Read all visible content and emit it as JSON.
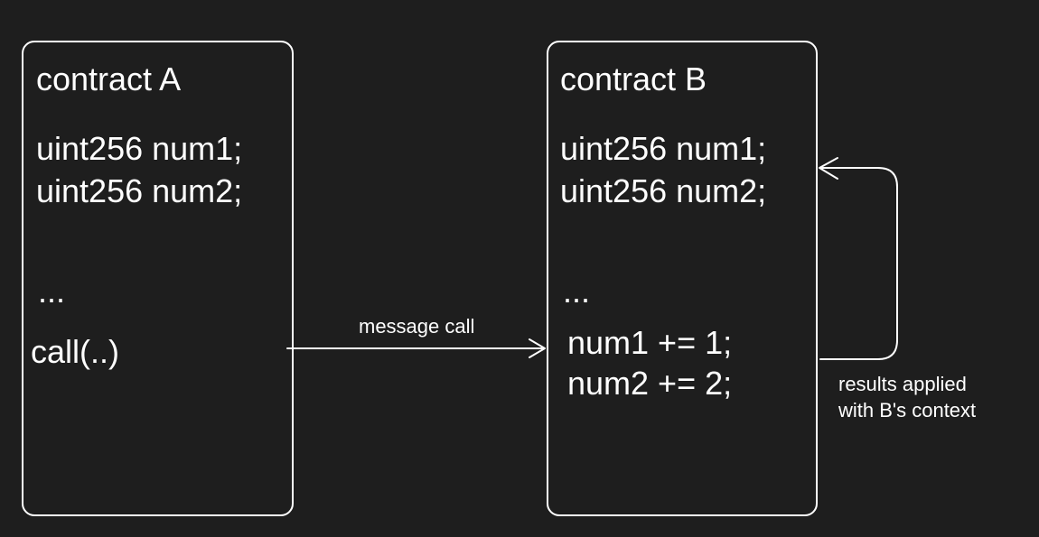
{
  "contract_a": {
    "title": "contract A",
    "line1": "uint256 num1;",
    "line2": "uint256 num2;",
    "ellipsis": "...",
    "call": "call(..)"
  },
  "contract_b": {
    "title": "contract B",
    "line1": "uint256 num1;",
    "line2": "uint256 num2;",
    "ellipsis": "...",
    "op1": "num1 += 1;",
    "op2": "num2 += 2;"
  },
  "edges": {
    "message_call_label": "message call",
    "results_label_line1": "results applied",
    "results_label_line2": "with B's context"
  },
  "colors": {
    "background": "#1e1e1e",
    "stroke": "#ffffff"
  }
}
